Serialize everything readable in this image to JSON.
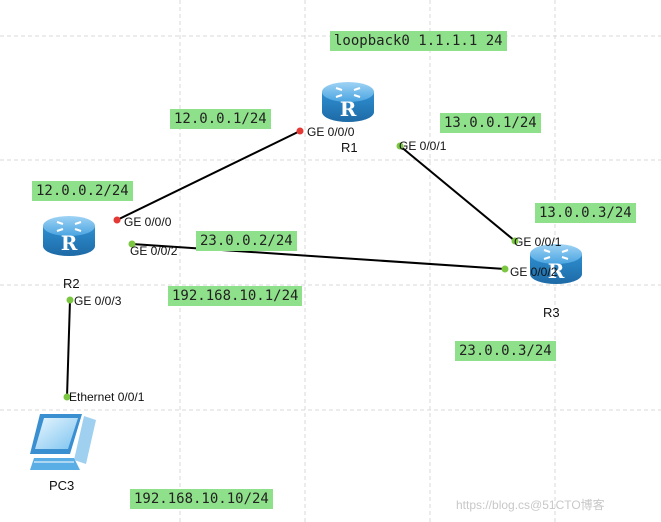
{
  "devices": [
    {
      "id": "r1",
      "name": "R1",
      "type": "router"
    },
    {
      "id": "r2",
      "name": "R2",
      "type": "router"
    },
    {
      "id": "r3",
      "name": "R3",
      "type": "router"
    },
    {
      "id": "pc3",
      "name": "PC3",
      "type": "pc"
    }
  ],
  "links": [
    {
      "from": "R1",
      "to": "R2",
      "from_port": "GE 0/0/0",
      "to_port": "GE 0/0/0",
      "from_color": "#e53935",
      "to_color": "#e53935"
    },
    {
      "from": "R1",
      "to": "R3",
      "from_port": "GE 0/0/1",
      "to_port": "GE 0/0/1",
      "from_color": "#7cc742",
      "to_color": "#7cc742"
    },
    {
      "from": "R2",
      "to": "R3",
      "from_port": "GE 0/0/2",
      "to_port": "GE 0/0/2",
      "from_color": "#7cc742",
      "to_color": "#7cc742"
    },
    {
      "from": "R2",
      "to": "PC3",
      "from_port": "GE 0/0/3",
      "to_port": "Ethernet 0/0/1",
      "from_color": "#7cc742",
      "to_color": "#7cc742"
    }
  ],
  "address_labels": {
    "loopback": "loopback0 1.1.1.1 24",
    "r1_ge000": "12.0.0.1/24",
    "r1_ge001": "13.0.0.1/24",
    "r2_ge000": "12.0.0.2/24",
    "r2_ge002": "23.0.0.2/24",
    "r2_ge003": "192.168.10.1/24",
    "r3_ge001": "13.0.0.3/24",
    "r3_ge002": "23.0.0.3/24",
    "pc3": "192.168.10.10/24"
  },
  "port_labels": {
    "r1_ge000": "GE 0/0/0",
    "r1_ge001": "GE 0/0/1",
    "r2_ge000": "GE 0/0/0",
    "r2_ge002": "GE 0/0/2",
    "r2_ge003": "GE 0/0/3",
    "r3_ge001": "GE 0/0/1",
    "r3_ge002": "GE 0/0/2",
    "pc3_eth": "Ethernet 0/0/1"
  },
  "watermark": "https://blog.cs@51CTO博客",
  "colors": {
    "label_bg": "#8fe08a",
    "router_blue": "#2f8fd0",
    "link": "#000000",
    "grid": "#d0d0d0",
    "port_red": "#e53935",
    "port_green": "#7cc742"
  }
}
